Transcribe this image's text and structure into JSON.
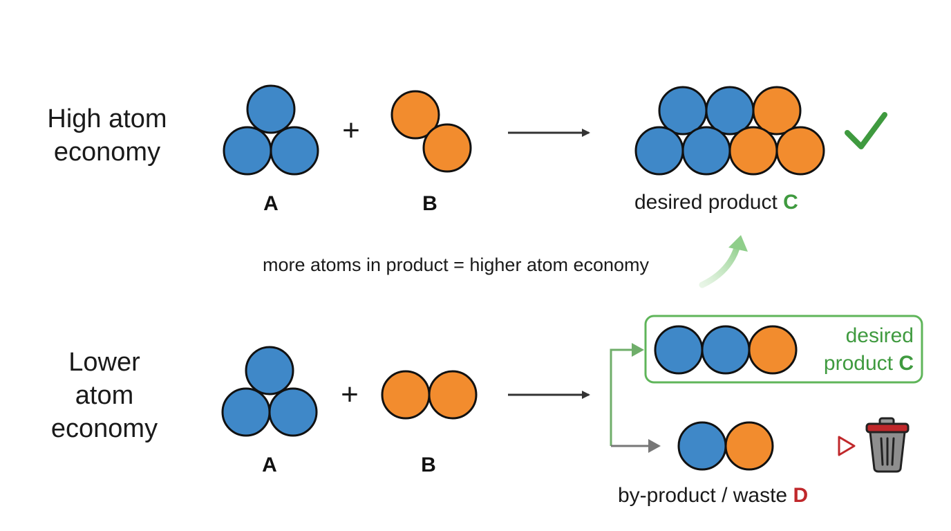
{
  "high": {
    "title_line1": "High atom",
    "title_line2": "economy",
    "reactant_a": "A",
    "reactant_b": "B",
    "plus": "+",
    "product_text": "desired product",
    "product_letter": "C"
  },
  "note": {
    "text": "more atoms in product = higher atom economy"
  },
  "low": {
    "title_line1": "Lower",
    "title_line2": "atom",
    "title_line3": "economy",
    "reactant_a": "A",
    "reactant_b": "B",
    "plus": "+",
    "desired_line1": "desired",
    "desired_line2": "product",
    "desired_letter": "C",
    "waste_text": "by-product / waste",
    "waste_letter": "D"
  },
  "colors": {
    "blue_atom": "#3f88c8",
    "orange_atom": "#f28c2e",
    "green": "#3f9a3f",
    "red": "#c0282b",
    "outline": "#111111"
  },
  "icons": {
    "check": "check-icon",
    "trash": "trash-can-icon"
  }
}
